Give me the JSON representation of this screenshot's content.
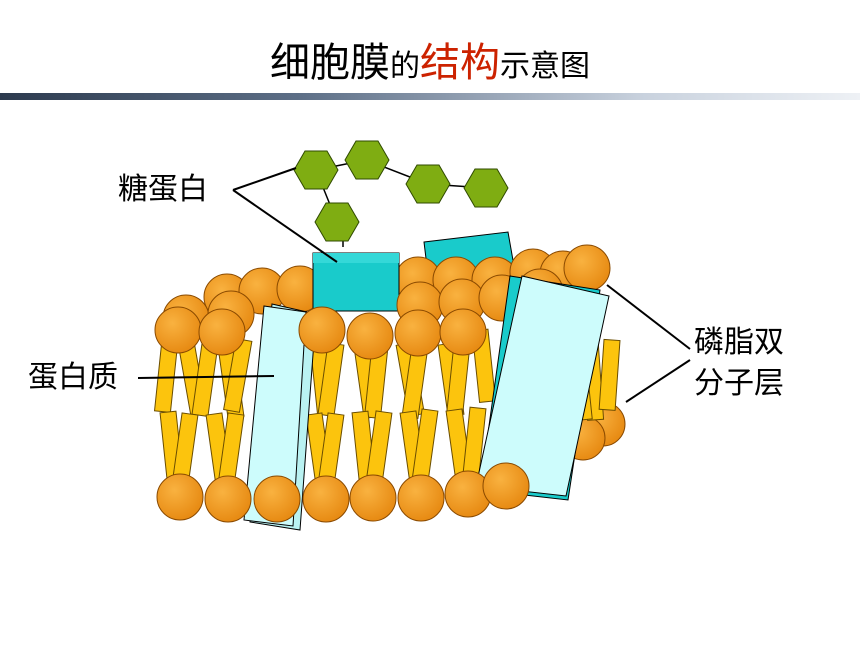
{
  "title": {
    "part1": "细胞膜",
    "part2": "的",
    "part3": "结构",
    "part4": "示意图"
  },
  "labels": {
    "glycoprotein": "糖蛋白",
    "protein": "蛋白质",
    "bilayer_line1": "磷脂双",
    "bilayer_line2": "分子层"
  },
  "colors": {
    "head": "#f39a1e",
    "tail": "#fcc40d",
    "protein_light": "#cdfcfc",
    "protein_teal": "#19cbcb",
    "sugar": "#7fad12",
    "title_accent": "#cc2200"
  }
}
